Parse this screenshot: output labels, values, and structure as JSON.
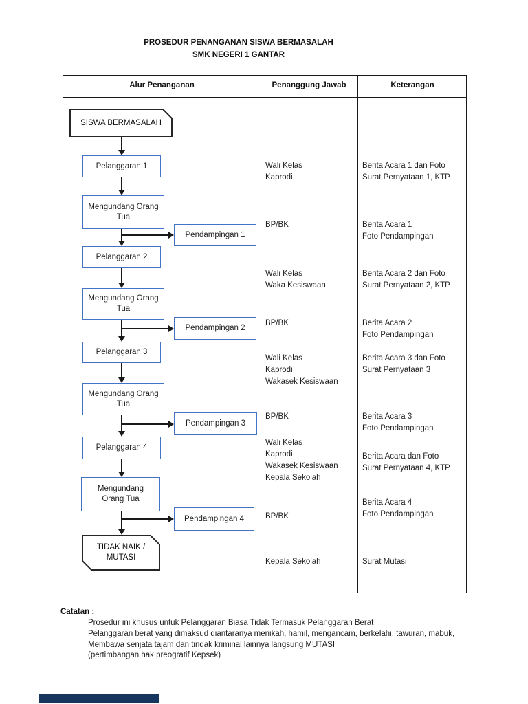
{
  "page": {
    "title_line1": "PROSEDUR PENANGANAN SISWA BERMASALAH",
    "title_line2": "SMK NEGERI 1 GANTAR"
  },
  "table": {
    "headers": [
      "Alur Penanganan",
      "Penanggung Jawab",
      "Keterangan"
    ]
  },
  "flow": {
    "start": "SISWA BERMASALAH",
    "p1": "Pelanggaran 1",
    "m1": "Mengundang Orang Tua",
    "pd1": "Pendampingan 1",
    "p2": "Pelanggaran 2",
    "m2": "Mengundang Orang Tua",
    "pd2": "Pendampingan 2",
    "p3": "Pelanggaran 3",
    "m3": "Mengundang Orang Tua",
    "pd3": "Pendampingan 3",
    "p4": "Pelanggaran 4",
    "m4": "Mengundang Orang Tua",
    "pd4": "Pendampingan 4",
    "end": "TIDAK NAIK / MUTASI"
  },
  "penanggung_jawab": [
    "Wali Kelas\nKaprodi",
    "BP/BK",
    "Wali Kelas\nWaka Kesiswaan",
    "BP/BK",
    "Wali Kelas\nKaprodi\nWakasek Kesiswaan",
    "BP/BK",
    "Wali Kelas\nKaprodi\nWakasek Kesiswaan\nKepala Sekolah",
    "BP/BK",
    "Kepala Sekolah"
  ],
  "keterangan": [
    "Berita Acara 1 dan Foto\nSurat Pernyataan 1, KTP",
    "Berita Acara 1\nFoto Pendampingan",
    "Berita Acara 2 dan  Foto\nSurat Pernyataan 2, KTP",
    "Berita Acara 2\nFoto Pendampingan",
    "Berita Acara 3 dan  Foto\nSurat Pernyataan 3",
    "Berita Acara 3\nFoto Pendampingan",
    "Berita Acara dan  Foto\nSurat Pernyataan 4, KTP",
    "Berita Acara 4\nFoto Pendampingan",
    "Surat Mutasi"
  ],
  "notes": {
    "label": "Catatan :",
    "lines": [
      "Prosedur ini khusus untuk Pelanggaran Biasa Tidak Termasuk Pelanggaran Berat",
      "Pelanggaran berat yang dimaksud diantaranya menikah, hamil, mengancam, berkelahi, tawuran, mabuk,",
      "Membawa senjata tajam dan tindak kriminal lainnya langsung MUTASI",
      "(pertimbangan hak preogratif Kepsek)"
    ]
  },
  "colors": {
    "box_border_blue": "#4472c4",
    "shape_border_black": "#262626",
    "bottom_bar": "#17365d"
  }
}
